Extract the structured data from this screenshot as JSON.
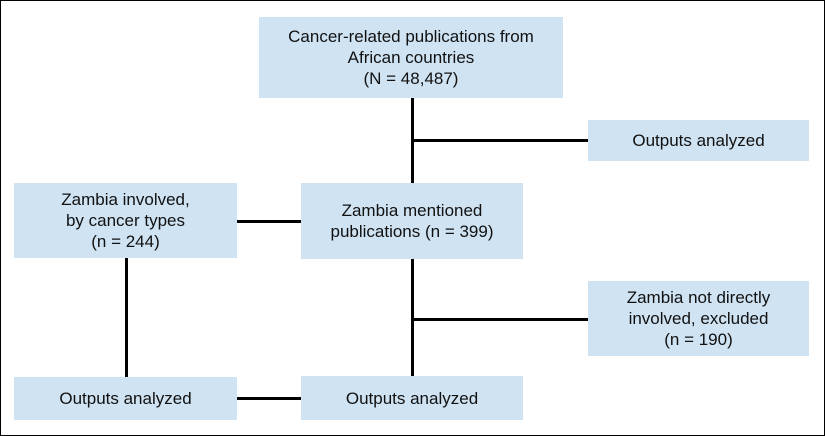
{
  "boxes": {
    "top": {
      "lines": [
        "Cancer-related publications from",
        "African countries",
        "(N = 48,487)"
      ]
    },
    "outputs_analyzed_top": {
      "lines": [
        "Outputs analyzed"
      ]
    },
    "zambia_involved": {
      "lines": [
        "Zambia involved,",
        "by cancer types",
        "(n = 244)"
      ]
    },
    "zambia_mentioned": {
      "lines": [
        "Zambia mentioned",
        "publications (n = 399)"
      ]
    },
    "zambia_not_involved": {
      "lines": [
        "Zambia not directly",
        "involved, excluded",
        "(n = 190)"
      ]
    },
    "outputs_analyzed_left": {
      "lines": [
        "Outputs analyzed"
      ]
    },
    "outputs_analyzed_right": {
      "lines": [
        "Outputs analyzed"
      ]
    }
  },
  "colors": {
    "box_fill": "#cfe3f3",
    "line": "#000000"
  }
}
